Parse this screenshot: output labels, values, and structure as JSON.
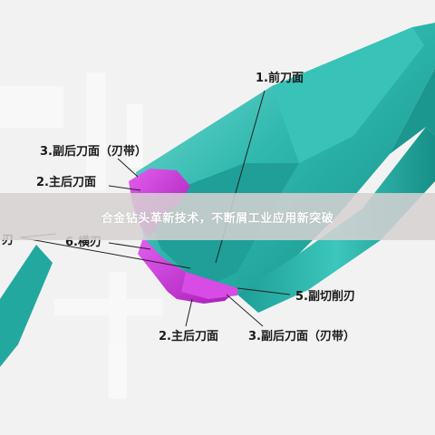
{
  "banner": {
    "headline": "合金钻头革新技术，不断屑工业应用新突破"
  },
  "labels": {
    "rake_face": "1.前刀面",
    "land_top": "3.副后刀面（刃带）",
    "main_flank_top": "2.主后刀面",
    "cut_left": "刃",
    "chisel_edge": "6.横刃",
    "minor_edge": "5.副切削刃",
    "main_flank_bottom": "2.主后刀面",
    "land_bottom": "3.副后刀面（刃带）"
  },
  "colors": {
    "body_teal": "#2ab5ab",
    "body_dark": "#128a83",
    "flank_magenta": "#c42bd2",
    "leader": "#222222"
  }
}
